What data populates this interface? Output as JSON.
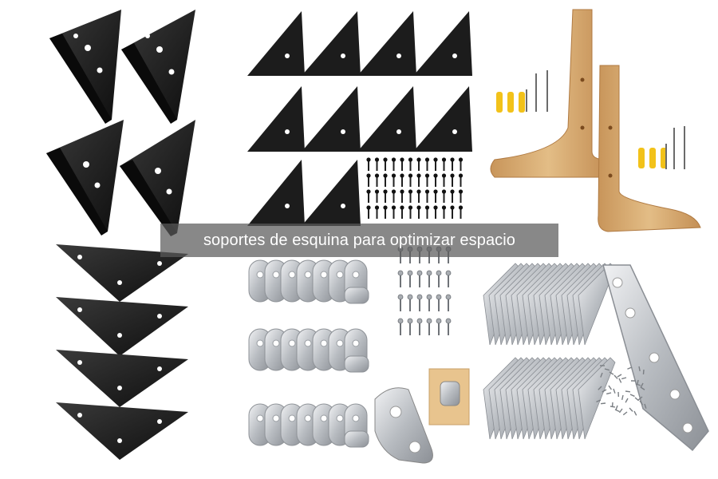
{
  "caption": {
    "text": "soportes de esquina para optimizar espacio"
  },
  "panels": [
    {
      "name": "black-triangle-brackets",
      "count": 4,
      "color": "#1a1a1a"
    },
    {
      "name": "black-mini-corner-brackets",
      "count": 10,
      "color": "#1c1c1c"
    },
    {
      "name": "bamboo-l-brackets",
      "count": 2,
      "color": "#d9b07a"
    },
    {
      "name": "black-flat-corner-braces",
      "count": 4,
      "color": "#1a1a1a"
    },
    {
      "name": "steel-l-brackets",
      "count": 21,
      "color": "#c9ccd0"
    },
    {
      "name": "steel-angle-brackets",
      "count": 2,
      "color": "#b9bdc2"
    }
  ],
  "colors": {
    "caption_bg": "#5a5a5a",
    "caption_text": "#ffffff",
    "background": "#ffffff"
  }
}
